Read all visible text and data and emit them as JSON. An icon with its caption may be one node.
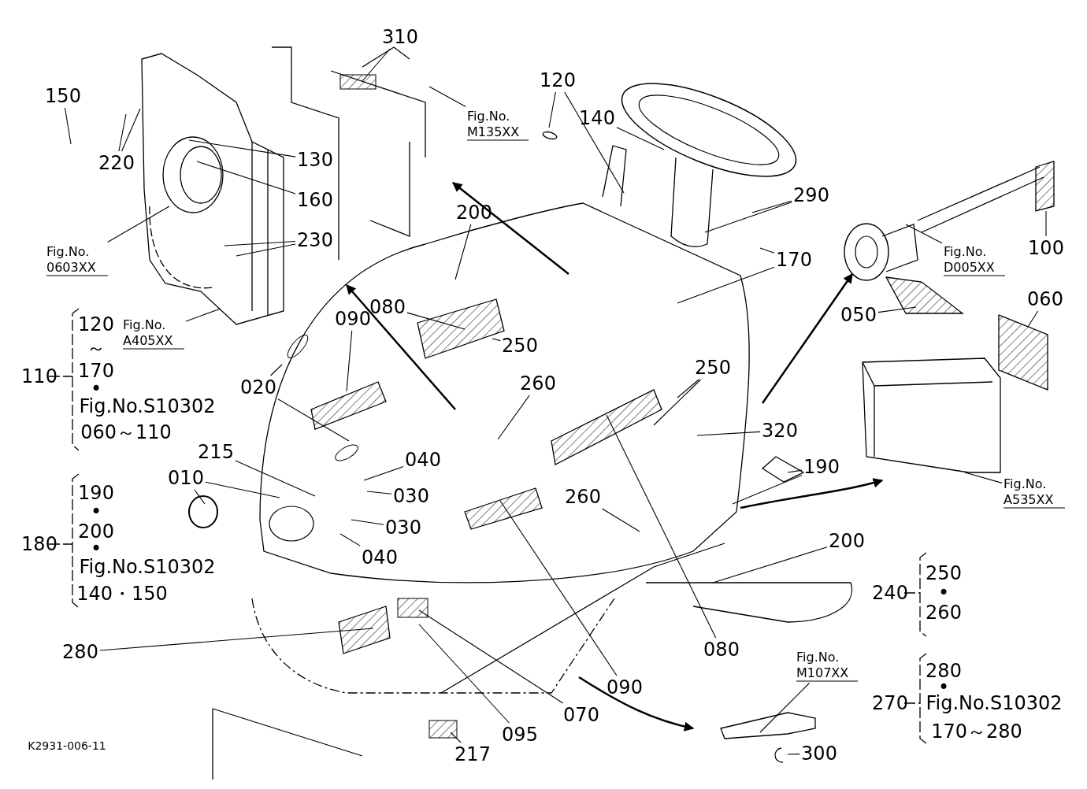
{
  "diagram": {
    "nodes": [
      {
        "text": [
          "150"
        ]
      },
      {
        "text": [
          "310"
        ]
      },
      {
        "text": [
          "Fig.No. M135XX"
        ]
      },
      {
        "text": [
          "220"
        ]
      },
      {
        "text": [
          "130"
        ]
      },
      {
        "text": [
          "160"
        ]
      },
      {
        "text": [
          "230"
        ]
      },
      {
        "text": [
          "Fig.No. 0603XX"
        ]
      },
      {
        "text": [
          "Fig.No. A405XX"
        ]
      },
      {
        "text": [
          "120"
        ]
      },
      {
        "text": [
          "140"
        ]
      },
      {
        "text": [
          "290"
        ]
      },
      {
        "text": [
          "170"
        ]
      },
      {
        "text": [
          "Fig.No. D005XX"
        ]
      },
      {
        "text": [
          "100"
        ]
      },
      {
        "text": [
          "200"
        ]
      },
      {
        "text": [
          "080"
        ]
      },
      {
        "text": [
          "250"
        ]
      },
      {
        "text": [
          "090"
        ]
      },
      {
        "text": [
          "020"
        ]
      },
      {
        "text": [
          "250"
        ]
      },
      {
        "text": [
          "260"
        ]
      },
      {
        "text": [
          "050"
        ]
      },
      {
        "text": [
          "060"
        ]
      },
      {
        "text": [
          "320"
        ]
      },
      {
        "text": [
          "190"
        ]
      },
      {
        "text": [
          "Fig.No. A535XX"
        ]
      },
      {
        "text": [
          "215"
        ]
      },
      {
        "text": [
          "010"
        ]
      },
      {
        "text": [
          "040"
        ]
      },
      {
        "text": [
          "030"
        ]
      },
      {
        "text": [
          "030"
        ]
      },
      {
        "text": [
          "040"
        ]
      },
      {
        "text": [
          "260"
        ]
      },
      {
        "text": [
          "200"
        ]
      },
      {
        "text": [
          "280"
        ]
      },
      {
        "text": [
          "080"
        ]
      },
      {
        "text": [
          "090"
        ]
      },
      {
        "text": [
          "070"
        ]
      },
      {
        "text": [
          "095"
        ]
      },
      {
        "text": [
          "217"
        ]
      },
      {
        "text": [
          "Fig.No. M107XX"
        ]
      },
      {
        "text": [
          "300"
        ]
      }
    ],
    "edges": [
      {
        "from": 0,
        "to": null,
        "arrow": "none"
      },
      {
        "from": 1,
        "to": null,
        "arrow": "none"
      },
      {
        "from": 2,
        "to": null,
        "arrow": "none"
      },
      {
        "from": 3,
        "to": null,
        "arrow": "none"
      },
      {
        "from": 3,
        "to": null,
        "arrow": "none"
      },
      {
        "from": 4,
        "to": null,
        "arrow": "none"
      },
      {
        "from": 5,
        "to": null,
        "arrow": "none"
      },
      {
        "from": 6,
        "to": null,
        "arrow": "none"
      },
      {
        "from": 6,
        "to": null,
        "arrow": "none"
      },
      {
        "from": 7,
        "to": null,
        "arrow": "none"
      },
      {
        "from": 8,
        "to": null,
        "arrow": "none"
      },
      {
        "from": 9,
        "to": null,
        "arrow": "none"
      },
      {
        "from": 9,
        "to": null,
        "arrow": "none"
      },
      {
        "from": 10,
        "to": null,
        "arrow": "none"
      },
      {
        "from": 11,
        "to": null,
        "arrow": "none"
      },
      {
        "from": 11,
        "to": null,
        "arrow": "none"
      },
      {
        "from": 12,
        "to": null,
        "arrow": "none"
      },
      {
        "from": 12,
        "to": null,
        "arrow": "none"
      },
      {
        "from": 13,
        "to": null,
        "arrow": "none"
      },
      {
        "from": 14,
        "to": null,
        "arrow": "none"
      },
      {
        "from": 15,
        "to": null,
        "arrow": "none"
      },
      {
        "from": 16,
        "to": null,
        "arrow": "none"
      },
      {
        "from": 17,
        "to": null,
        "arrow": "none"
      },
      {
        "from": 18,
        "to": null,
        "arrow": "none"
      },
      {
        "from": 19,
        "to": null,
        "arrow": "none"
      },
      {
        "from": 19,
        "to": null,
        "arrow": "none"
      },
      {
        "from": 20,
        "to": null,
        "arrow": "none"
      },
      {
        "from": 20,
        "to": null,
        "arrow": "none"
      },
      {
        "from": 21,
        "to": null,
        "arrow": "none"
      },
      {
        "from": 22,
        "to": null,
        "arrow": "none"
      },
      {
        "from": 23,
        "to": null,
        "arrow": "none"
      },
      {
        "from": 24,
        "to": null,
        "arrow": "none"
      },
      {
        "from": 25,
        "to": null,
        "arrow": "none"
      },
      {
        "from": 25,
        "to": null,
        "arrow": "none"
      },
      {
        "from": 26,
        "to": null,
        "arrow": "none"
      },
      {
        "from": 27,
        "to": null,
        "arrow": "none"
      },
      {
        "from": 28,
        "to": null,
        "arrow": "none"
      },
      {
        "from": 28,
        "to": null,
        "arrow": "none"
      },
      {
        "from": 29,
        "to": null,
        "arrow": "none"
      },
      {
        "from": 30,
        "to": null,
        "arrow": "none"
      },
      {
        "from": 31,
        "to": null,
        "arrow": "none"
      },
      {
        "from": 32,
        "to": null,
        "arrow": "none"
      },
      {
        "from": 33,
        "to": null,
        "arrow": "none"
      },
      {
        "from": 34,
        "to": null,
        "arrow": "none"
      },
      {
        "from": 35,
        "to": null,
        "arrow": "none"
      },
      {
        "from": 36,
        "to": null,
        "arrow": "none"
      },
      {
        "from": 37,
        "to": null,
        "arrow": "none"
      },
      {
        "from": 38,
        "to": null,
        "arrow": "none"
      },
      {
        "from": 39,
        "to": null,
        "arrow": "none"
      },
      {
        "from": 40,
        "to": null,
        "arrow": "none"
      },
      {
        "from": 41,
        "to": null,
        "arrow": "none"
      },
      {
        "from": 42,
        "to": null,
        "arrow": "none"
      }
    ],
    "labels": [
      "110",
      "120",
      "～",
      "170",
      "•",
      "Fig.No.S10302",
      "060～110",
      "180",
      "190",
      "•",
      "200",
      "•",
      "Fig.No.S10302",
      "140・150",
      "240",
      "250",
      "•",
      "260",
      "270",
      "280",
      "•",
      "Fig.No.S10302",
      "170～280",
      "K2931-006-11"
    ]
  }
}
